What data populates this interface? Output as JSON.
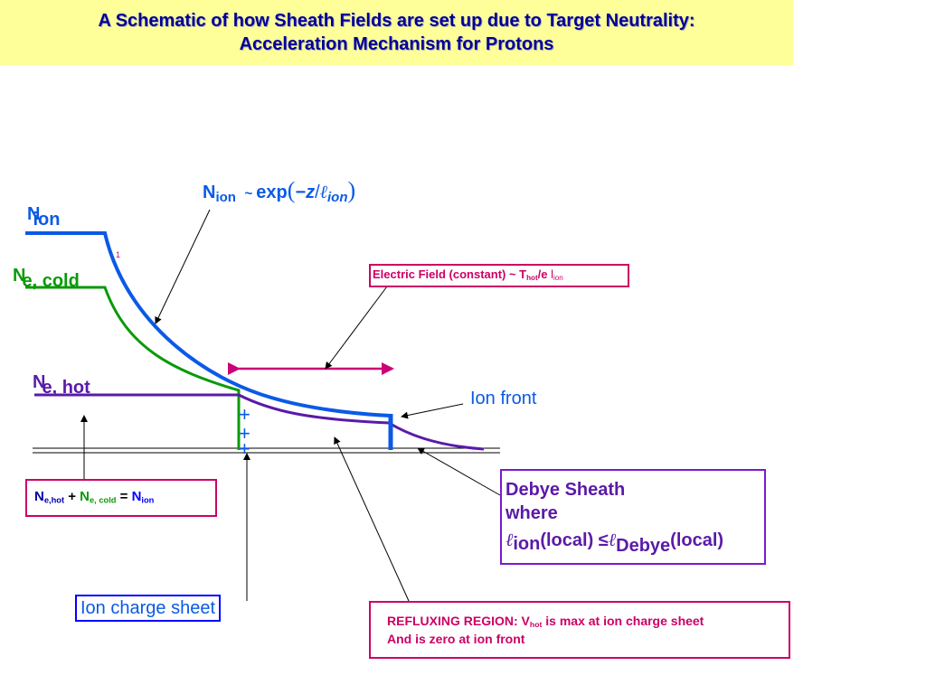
{
  "title": {
    "line1": "A Schematic of how Sheath Fields are set up due to Target Neutrality:",
    "line2": "Acceleration Mechanism for Protons"
  },
  "labels": {
    "n_ion": {
      "main": "N",
      "sub": "ion"
    },
    "n_e_cold": {
      "main": "N",
      "sub": "e, cold"
    },
    "n_e_hot": {
      "main": "N",
      "sub": "e, hot"
    },
    "formula": {
      "n": "N",
      "n_sub": "ion",
      "tilde": "~",
      "exp": "exp",
      "open": "(",
      "arg_minus": "−",
      "arg_z": "z",
      "arg_slash": "/",
      "arg_ell": "ℓ",
      "arg_sub": "ion",
      "close": ")"
    },
    "small_mark": "1",
    "ion_front": "Ion front",
    "plus_signs": [
      "+",
      "+",
      "+"
    ]
  },
  "boxes": {
    "electric_field": {
      "text": "Electric Field (constant) ~ T",
      "sub1": "hot",
      "mid": "/e ",
      "ell": "l",
      "sub2": "ion"
    },
    "neutrality": {
      "a": "N",
      "a_sub": "e,hot",
      "plus": " + ",
      "b": "N",
      "b_sub": "e, cold",
      "eq": " = ",
      "c": "N",
      "c_sub": "ion"
    },
    "debye": {
      "line1": "Debye Sheath",
      "line2": "where",
      "ell1": "ℓ",
      "ion": "ion",
      "local1": "(local) ≤",
      "ell2": "ℓ",
      "debye": "Debye",
      "local2": "(local)"
    },
    "ion_charge_sheet": "Ion charge sheet",
    "refluxing": {
      "line1a": "REFLUXING REGION: V",
      "line1sub": "hot",
      "line1b": " is max at ion charge sheet",
      "line2": "And is zero at ion front"
    }
  },
  "colors": {
    "ion": "#0a5ae6",
    "cold": "#0a9a0a",
    "hot": "#5a1aa8",
    "magenta": "#cc0077",
    "title_bg": "#ffff99",
    "title_text": "#000099"
  }
}
